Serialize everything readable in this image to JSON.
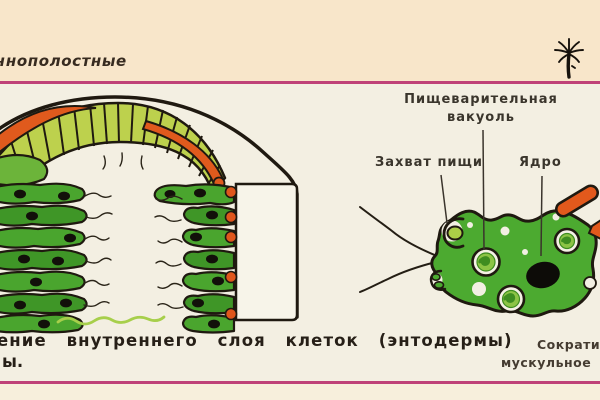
{
  "page": {
    "header": "чнополостные",
    "caption_line1": "ение внутреннего слоя клеток (энтодермы)",
    "caption_line2": "ы."
  },
  "cell_figure": {
    "label_vacuole_line1": "Пищеварительная",
    "label_vacuole_line2": "вакуоль",
    "label_capture": "Захват пищи",
    "label_nucleus": "Ядро",
    "label_muscle_line1": "Сократи",
    "label_muscle_line2": "мускульное"
  },
  "icons": {
    "chapter_icon": "hydra-icon"
  },
  "colors": {
    "rule_pink": "#bf4278",
    "cell_green": "#4aa52e",
    "ring_green": "#bdd14d",
    "orange": "#e05a1d",
    "outline": "#1f1910",
    "bg_top": "#f8e6ca",
    "bg_mid": "#f3efe2"
  }
}
